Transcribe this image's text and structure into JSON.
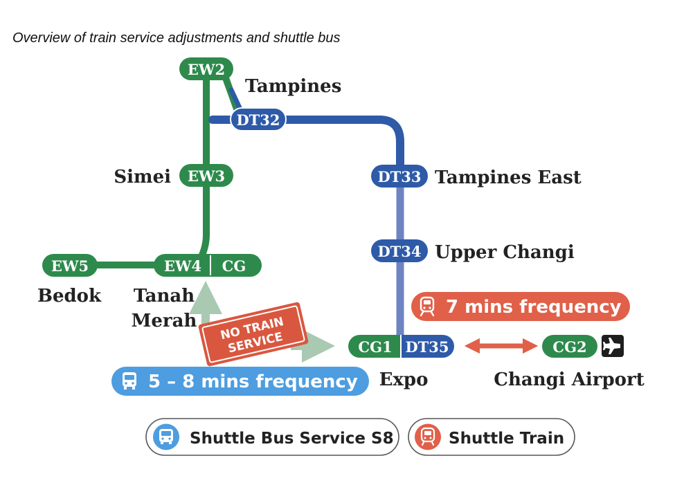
{
  "caption": "Overview of train service adjustments and shuttle bus",
  "colors": {
    "ewl_green": "#2e8a4c",
    "dtl_blue": "#2e5aa8",
    "dtl_light": "#6f83c3",
    "train_red": "#e06049",
    "bus_blue": "#4d9de0",
    "arrow_gray": "#a9c9b2"
  },
  "stations": {
    "ew2": {
      "code": "EW2",
      "name": "Tampines"
    },
    "dt32": {
      "code": "DT32"
    },
    "ew3": {
      "code": "EW3",
      "name": "Simei"
    },
    "dt33": {
      "code": "DT33",
      "name": "Tampines East"
    },
    "dt34": {
      "code": "DT34",
      "name": "Upper Changi"
    },
    "ew5": {
      "code": "EW5",
      "name": "Bedok"
    },
    "ew4": {
      "code": "EW4",
      "code2": "CG",
      "name_line1": "Tanah",
      "name_line2": "Merah"
    },
    "cg1": {
      "code": "CG1",
      "code2": "DT35",
      "name": "Expo"
    },
    "cg2": {
      "code": "CG2",
      "name": "Changi Airport"
    }
  },
  "no_service": {
    "line1": "NO TRAIN",
    "line2": "SERVICE"
  },
  "train_frequency": {
    "label": "7 mins frequency",
    "icon": "train-icon"
  },
  "bus_frequency": {
    "label": "5 – 8 mins frequency",
    "icon": "bus-icon"
  },
  "airport_icon": "airplane-icon",
  "legend": [
    {
      "label": "Shuttle Bus Service S8",
      "icon": "bus-icon"
    },
    {
      "label": "Shuttle Train",
      "icon": "train-icon"
    }
  ]
}
